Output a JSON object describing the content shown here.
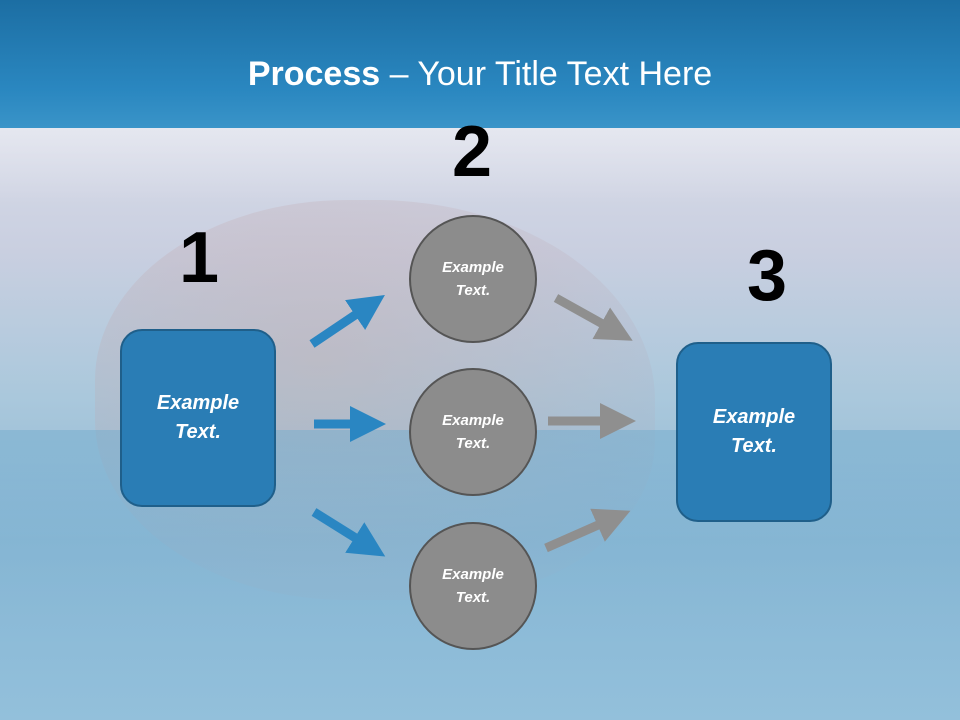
{
  "title": {
    "strong": "Process",
    "rest": " – Your Title Text Here"
  },
  "steps": {
    "one": "1",
    "two": "2",
    "three": "3"
  },
  "left_box": {
    "text": "Example\nText."
  },
  "circles": [
    {
      "text": "Example\nText."
    },
    {
      "text": "Example\nText."
    },
    {
      "text": "Example\nText."
    }
  ],
  "right_box": {
    "text": "Example\nText."
  },
  "colors": {
    "header": "#2a87c0",
    "box": "#2a7db5",
    "circle": "#8c8c8c",
    "blue_arrow": "#2a86c2",
    "gray_arrow": "#8f8f8f"
  }
}
